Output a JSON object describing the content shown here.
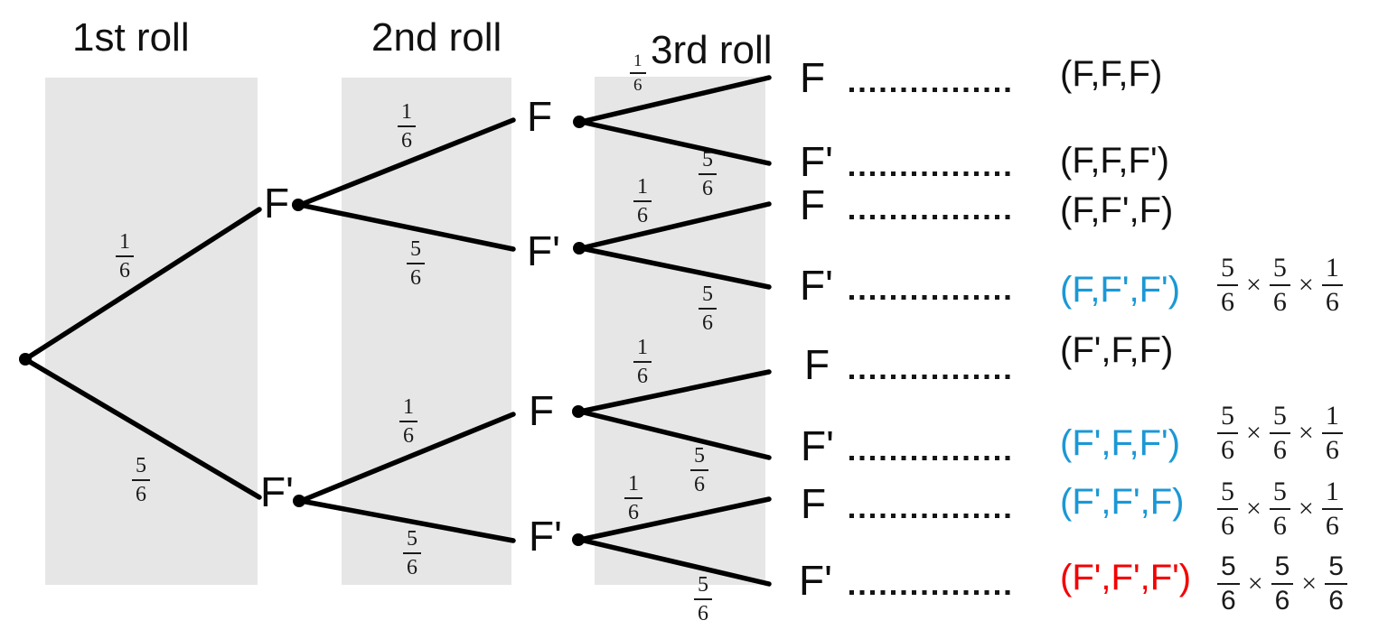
{
  "headers": {
    "col1": "1st roll",
    "col2": "2nd roll",
    "col3": "3rd roll"
  },
  "colors": {
    "blue": "#1b98d5",
    "red": "#f40000",
    "band_gray": "#e6e6e6",
    "ink": "#0d0d0d"
  },
  "nodes": {
    "l1_up": "F",
    "l1_down": "F'",
    "l2a_up": "F",
    "l2a_down": "F'",
    "l2b_up": "F",
    "l2b_down": "F'"
  },
  "probs": {
    "c1_up": {
      "num": "1",
      "den": "6"
    },
    "c1_down": {
      "num": "5",
      "den": "6"
    },
    "c2a_up": {
      "num": "1",
      "den": "6"
    },
    "c2a_down": {
      "num": "5",
      "den": "6"
    },
    "c2b_up": {
      "num": "1",
      "den": "6"
    },
    "c2b_down": {
      "num": "5",
      "den": "6"
    },
    "c3a_up": {
      "num": "1",
      "den": "6"
    },
    "c3a_down": {
      "num": "5",
      "den": "6"
    },
    "c3b_up": {
      "num": "1",
      "den": "6"
    },
    "c3b_down": {
      "num": "5",
      "den": "6"
    },
    "c3c_up": {
      "num": "1",
      "den": "6"
    },
    "c3c_down": {
      "num": "5",
      "den": "6"
    },
    "c3d_up": {
      "num": "1",
      "den": "6"
    },
    "c3d_down": {
      "num": "5",
      "den": "6"
    }
  },
  "rows": [
    {
      "leaf": "F",
      "tuple": "(F,F,F)",
      "highlight": "none"
    },
    {
      "leaf": "F'",
      "tuple": "(F,F,F')",
      "highlight": "none"
    },
    {
      "leaf": "F",
      "tuple": "(F,F',F)",
      "highlight": "none"
    },
    {
      "leaf": "F'",
      "tuple": "(F,F',F')",
      "highlight": "blue",
      "formula": {
        "f1": {
          "num": "5",
          "den": "6"
        },
        "x1": "×",
        "f2": {
          "num": "5",
          "den": "6"
        },
        "x2": "×",
        "f3": {
          "num": "1",
          "den": "6"
        }
      }
    },
    {
      "leaf": "F",
      "tuple": "(F',F,F)",
      "highlight": "none"
    },
    {
      "leaf": "F'",
      "tuple": "(F',F,F')",
      "highlight": "blue",
      "formula": {
        "f1": {
          "num": "5",
          "den": "6"
        },
        "x1": "×",
        "f2": {
          "num": "5",
          "den": "6"
        },
        "x2": "×",
        "f3": {
          "num": "1",
          "den": "6"
        }
      }
    },
    {
      "leaf": "F",
      "tuple": "(F',F',F)",
      "highlight": "blue",
      "formula": {
        "f1": {
          "num": "5",
          "den": "6"
        },
        "x1": "×",
        "f2": {
          "num": "5",
          "den": "6"
        },
        "x2": "×",
        "f3": {
          "num": "1",
          "den": "6"
        }
      }
    },
    {
      "leaf": "F'",
      "tuple": "(F',F',F')",
      "highlight": "red",
      "formula": {
        "f1": {
          "num": "5",
          "den": "6"
        },
        "x1": "×",
        "f2": {
          "num": "5",
          "den": "6"
        },
        "x2": "×",
        "f3": {
          "num": "5",
          "den": "6"
        }
      }
    }
  ]
}
